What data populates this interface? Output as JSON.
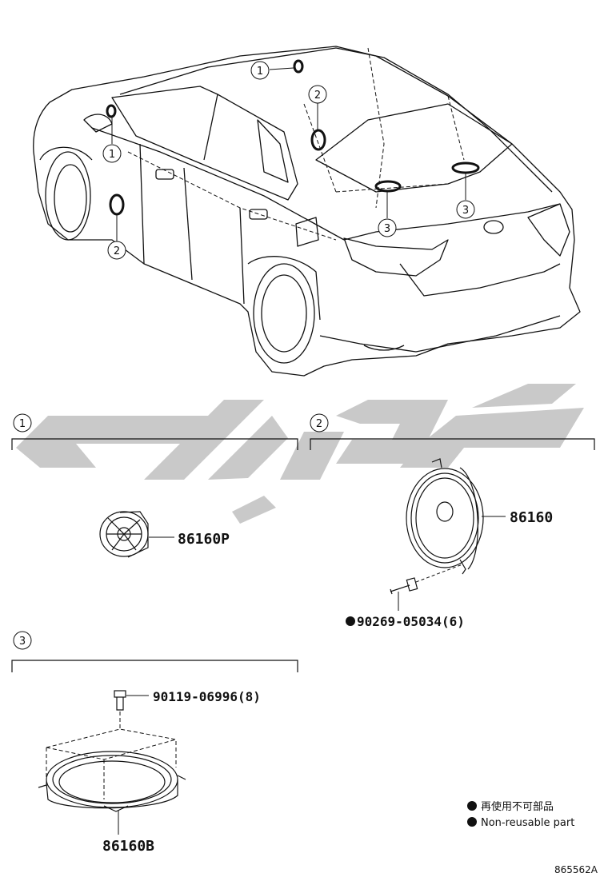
{
  "callouts": {
    "one": "1",
    "two": "2",
    "three": "3"
  },
  "sections": {
    "s1": {
      "number": "1",
      "part": "86160P"
    },
    "s2": {
      "number": "2",
      "part": "86160",
      "bolt": "90269-05034(6)"
    },
    "s3": {
      "number": "3",
      "screw": "90119-06996(8)",
      "part": "86160B"
    }
  },
  "legend": {
    "jp": "再使用不可部品",
    "en": "Non-reusable part"
  },
  "diagram_id": "865562A",
  "colors": {
    "line": "#111111",
    "watermark": "#c9c9c9"
  }
}
